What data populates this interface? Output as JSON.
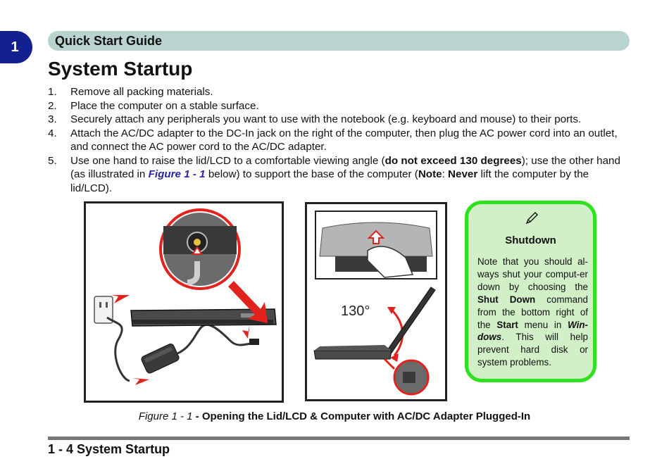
{
  "chapter": {
    "number": "1"
  },
  "header": {
    "title": "Quick Start Guide"
  },
  "page_title": "System Startup",
  "steps": [
    {
      "num": "1.",
      "text": "Remove all packing materials."
    },
    {
      "num": "2.",
      "text": "Place the computer on a stable surface."
    },
    {
      "num": "3.",
      "text": "Securely attach any peripherals you want to use with the notebook (e.g. keyboard and mouse) to their ports."
    },
    {
      "num": "4.",
      "text": "Attach the AC/DC adapter to the DC-In jack on the right of the computer, then plug the AC power cord into an outlet, and connect the AC power cord to the AC/DC adapter."
    },
    {
      "num": "5.",
      "part1": "Use one hand to raise the lid/LCD to a comfortable viewing angle (",
      "bold1": "do not exceed 130 degrees",
      "part2": "); use the other hand (as illustrated in ",
      "fig_ref": "Figure 1 - 1",
      "part3": " below) to support the base of the computer (",
      "note_label": "Note",
      "colon": ": ",
      "never": "Never",
      "part4": " lift the computer by the lid/LCD)."
    }
  ],
  "figure": {
    "angle_label": "130°",
    "caption_label": "Figure 1 - 1",
    "caption_text": " - Opening the Lid/LCD & Computer with AC/DC Adapter Plugged-In"
  },
  "sidebar": {
    "icon": "pencil-icon",
    "title": "Shutdown",
    "t1": "Note that you should al-ways shut your comput-er down by choosing the ",
    "b1": "Shut Down",
    "t2": " command from the bottom right of the ",
    "b2": "Start",
    "t3": " menu in ",
    "b3": "Win-dows",
    "t4": ". This will help prevent hard disk or system problems."
  },
  "footer": {
    "label": "1 - 4 System Startup"
  },
  "colors": {
    "chapter_tab": "#14208f",
    "header_bar": "#b9d3cf",
    "sidebar_border": "#2fe11e",
    "sidebar_fill": "#d2f0c8",
    "arrow_red": "#e0231c"
  }
}
